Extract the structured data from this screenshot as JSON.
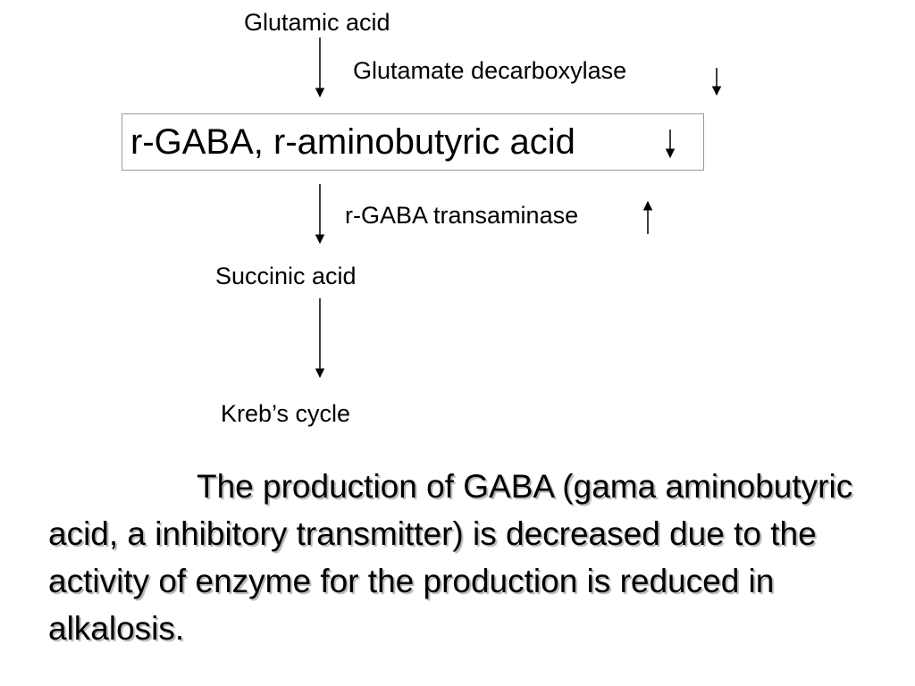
{
  "diagram": {
    "nodes": {
      "glutamic_acid": "Glutamic acid",
      "glutamate_decarboxylase": "Glutamate decarboxylase",
      "gaba": "r-GABA, r-aminobutyric acid",
      "gaba_transaminase": "r-GABA transaminase",
      "succinic_acid": "Succinic acid",
      "krebs_cycle": "Kreb’s cycle"
    },
    "indicators": {
      "glutamate_decarboxylase": "down-arrow-icon",
      "gaba": "down-arrow-icon",
      "gaba_transaminase": "up-arrow-icon"
    }
  },
  "description": "The production of GABA (gama aminobutyric acid, a inhibitory transmitter) is decreased due to the activity of enzyme for the production is reduced in alkalosis."
}
